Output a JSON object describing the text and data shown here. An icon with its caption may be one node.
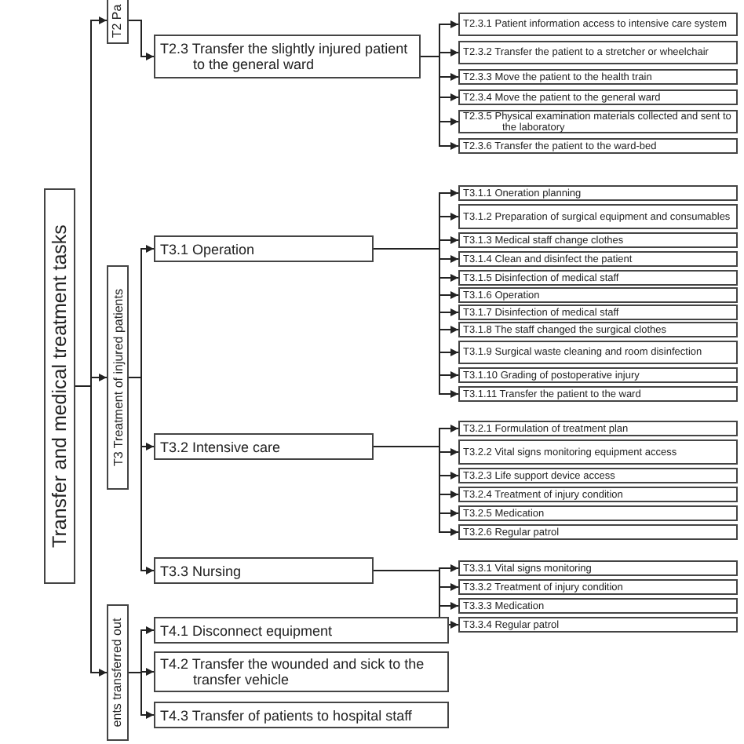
{
  "diagram": {
    "nodes": [
      {
        "text": [
          "Transfer and medical treatment tasks"
        ]
      },
      {
        "text": [
          "T2 Pa"
        ]
      },
      {
        "text": [
          "T2.3 Transfer the slightly injured patient to the general ward"
        ]
      },
      {
        "text": [
          "T2.3.1 Patient information access to intensive care system"
        ]
      },
      {
        "text": [
          "T2.3.2 Transfer the patient to a stretcher or wheelchair"
        ]
      },
      {
        "text": [
          "T2.3.3 Move the patient to the health train"
        ]
      },
      {
        "text": [
          "T2.3.4 Move the patient to the general ward"
        ]
      },
      {
        "text": [
          "T2.3.5 Physical examination materials collected and sent to the laboratory"
        ]
      },
      {
        "text": [
          "T2.3.6 Transfer the patient to the ward-bed"
        ]
      },
      {
        "text": [
          "T3 Treatment of injured patients"
        ]
      },
      {
        "text": [
          "T3.1 Operation"
        ]
      },
      {
        "text": [
          "T3.1.1 Oneration planning"
        ]
      },
      {
        "text": [
          "T3.1.2 Preparation of surgical equipment and consumables"
        ]
      },
      {
        "text": [
          "T3.1.3 Medical staff change clothes"
        ]
      },
      {
        "text": [
          "T3.1.4 Clean and disinfect the patient"
        ]
      },
      {
        "text": [
          "T3.1.5 Disinfection of medical staff"
        ]
      },
      {
        "text": [
          "T3.1.6 Operation"
        ]
      },
      {
        "text": [
          "T3.1.7 Disinfection of medical staff"
        ]
      },
      {
        "text": [
          "T3.1.8 The staff changed the surgical clothes"
        ]
      },
      {
        "text": [
          "T3.1.9 Surgical waste cleaning and room disinfection"
        ]
      },
      {
        "text": [
          "T3.1.10 Grading of postoperative injury"
        ]
      },
      {
        "text": [
          "T3.1.11 Transfer the patient to the ward"
        ]
      },
      {
        "text": [
          "T3.2 Intensive care"
        ]
      },
      {
        "text": [
          "T3.2.1 Formulation of treatment plan"
        ]
      },
      {
        "text": [
          "T3.2.2 Vital signs monitoring equipment access"
        ]
      },
      {
        "text": [
          "T3.2.3 Life support device access"
        ]
      },
      {
        "text": [
          "T3.2.4 Treatment of injury condition"
        ]
      },
      {
        "text": [
          "T3.2.5 Medication"
        ]
      },
      {
        "text": [
          "T3.2.6 Regular patrol"
        ]
      },
      {
        "text": [
          "T3.3 Nursing"
        ]
      },
      {
        "text": [
          "T3.3.1 Vital signs monitoring"
        ]
      },
      {
        "text": [
          "T3.3.2 Treatment of injury condition"
        ]
      },
      {
        "text": [
          "T3.3.3 Medication"
        ]
      },
      {
        "text": [
          "T3.3.4 Regular patrol"
        ]
      },
      {
        "text": [
          "ents transferred out"
        ]
      },
      {
        "text": [
          "T4.1 Disconnect equipment"
        ]
      },
      {
        "text": [
          "T4.2 Transfer the wounded and sick to the transfer vehicle"
        ]
      },
      {
        "text": [
          "T4.3 Transfer of patients to hospital staff"
        ]
      }
    ],
    "edges": [
      {
        "from": 0,
        "to": 1,
        "arrow": "to"
      },
      {
        "from": 0,
        "to": 9,
        "arrow": "to"
      },
      {
        "from": 0,
        "to": 34,
        "arrow": "to"
      },
      {
        "from": 1,
        "to": 2,
        "arrow": "to"
      },
      {
        "from": 2,
        "to": 3,
        "arrow": "to"
      },
      {
        "from": 2,
        "to": 4,
        "arrow": "to"
      },
      {
        "from": 2,
        "to": 5,
        "arrow": "to"
      },
      {
        "from": 2,
        "to": 6,
        "arrow": "to"
      },
      {
        "from": 2,
        "to": 7,
        "arrow": "to"
      },
      {
        "from": 2,
        "to": 8,
        "arrow": "to"
      },
      {
        "from": 9,
        "to": 10,
        "arrow": "to"
      },
      {
        "from": 9,
        "to": 22,
        "arrow": "to"
      },
      {
        "from": 9,
        "to": 29,
        "arrow": "to"
      },
      {
        "from": 10,
        "to": 11,
        "arrow": "to"
      },
      {
        "from": 10,
        "to": 12,
        "arrow": "to"
      },
      {
        "from": 10,
        "to": 13,
        "arrow": "to"
      },
      {
        "from": 10,
        "to": 14,
        "arrow": "to"
      },
      {
        "from": 10,
        "to": 15,
        "arrow": "to"
      },
      {
        "from": 10,
        "to": 16,
        "arrow": "to"
      },
      {
        "from": 10,
        "to": 17,
        "arrow": "to"
      },
      {
        "from": 10,
        "to": 18,
        "arrow": "to"
      },
      {
        "from": 10,
        "to": 19,
        "arrow": "to"
      },
      {
        "from": 10,
        "to": 20,
        "arrow": "to"
      },
      {
        "from": 10,
        "to": 21,
        "arrow": "to"
      },
      {
        "from": 22,
        "to": 23,
        "arrow": "to"
      },
      {
        "from": 22,
        "to": 24,
        "arrow": "to"
      },
      {
        "from": 22,
        "to": 25,
        "arrow": "to"
      },
      {
        "from": 22,
        "to": 26,
        "arrow": "to"
      },
      {
        "from": 22,
        "to": 27,
        "arrow": "to"
      },
      {
        "from": 22,
        "to": 28,
        "arrow": "to"
      },
      {
        "from": 29,
        "to": 30,
        "arrow": "to"
      },
      {
        "from": 29,
        "to": 31,
        "arrow": "to"
      },
      {
        "from": 29,
        "to": 32,
        "arrow": "to"
      },
      {
        "from": 29,
        "to": 33,
        "arrow": "to"
      },
      {
        "from": 34,
        "to": 35,
        "arrow": "to"
      },
      {
        "from": 34,
        "to": 36,
        "arrow": "to"
      },
      {
        "from": 34,
        "to": 37,
        "arrow": "to"
      }
    ]
  }
}
